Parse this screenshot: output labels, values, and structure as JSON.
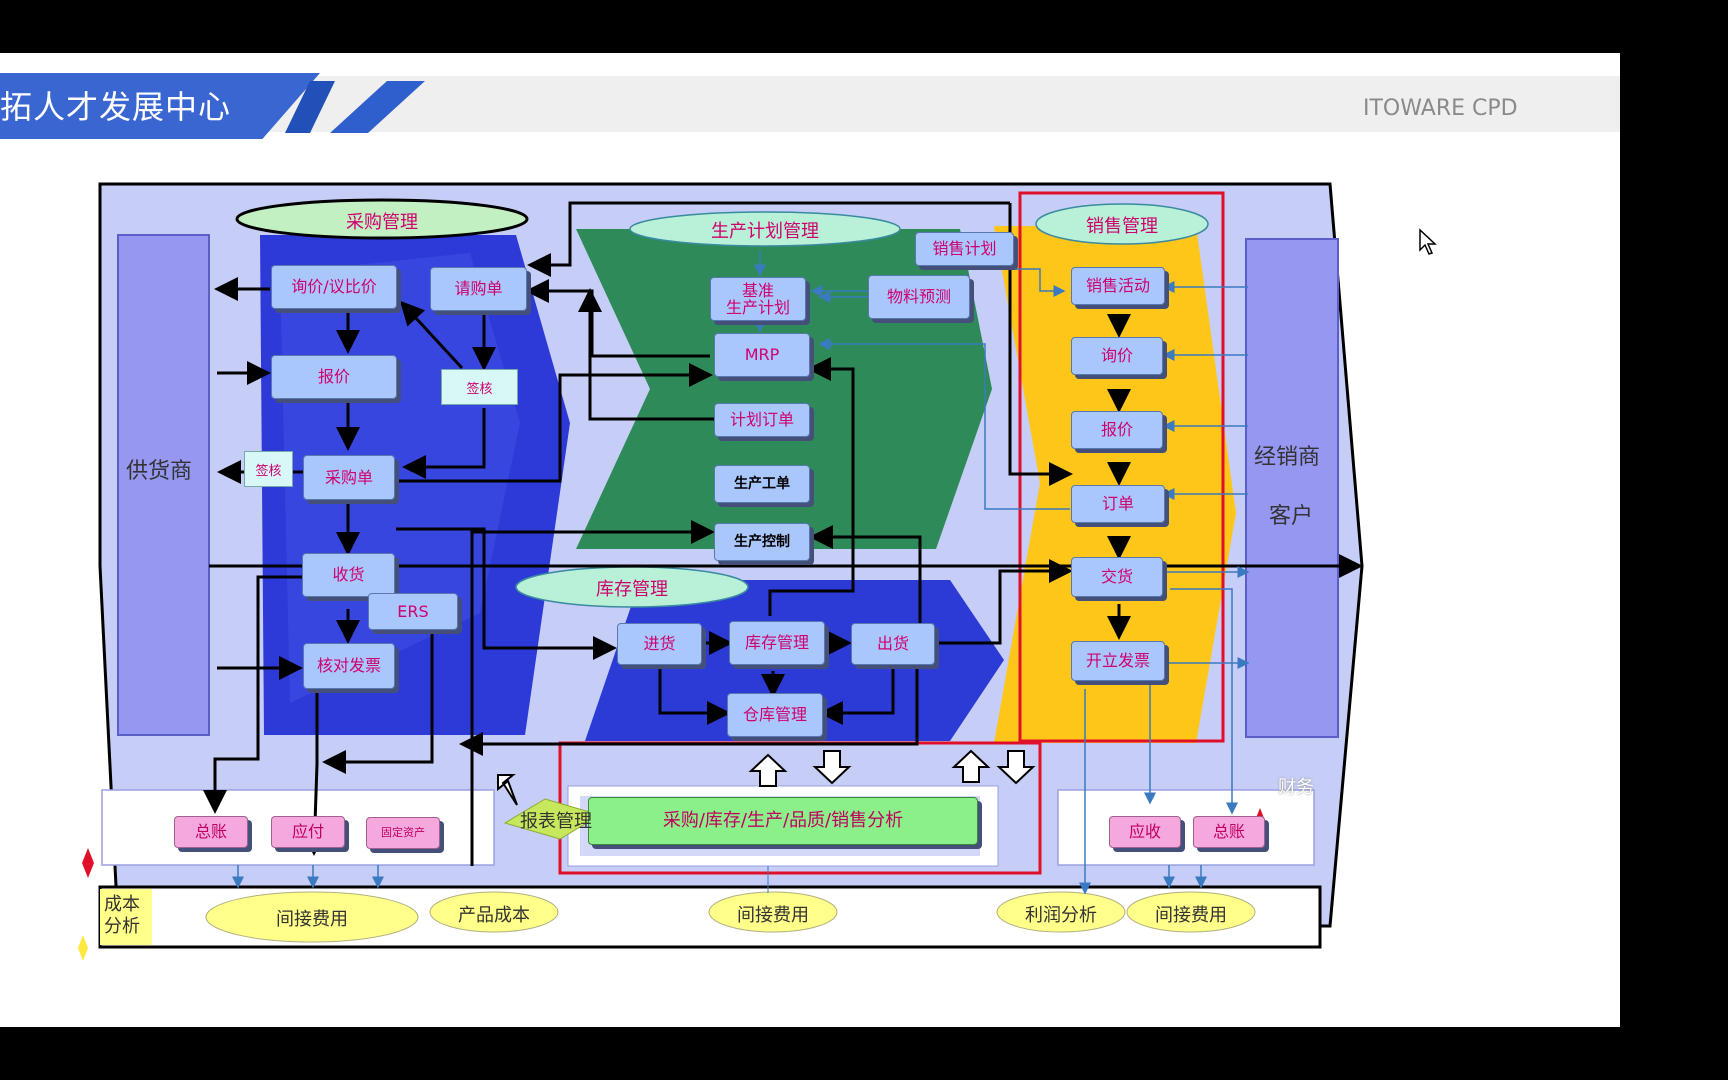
{
  "header": {
    "title": "拓人才发展中心",
    "brand": "ITOWARE CPD"
  },
  "diagram": {
    "sections": {
      "purchase": "采购管理",
      "production": "生产计划管理",
      "sales": "销售管理",
      "inventory": "库存管理"
    },
    "parties": {
      "supplier": "供货商",
      "dealer": "经销商",
      "customer": "客户"
    },
    "purchase_boxes": {
      "inquiry": "询价/议比价",
      "requisition": "请购单",
      "quote": "报价",
      "sign_review": "签核",
      "sign_po": "签核",
      "po": "采购单",
      "receive": "收货",
      "ers": "ERS",
      "verify_invoice": "核对发票"
    },
    "production_boxes": {
      "mps": "基准\n生产计划",
      "forecast": "物料预测",
      "sales_plan": "销售计划",
      "mrp": "MRP",
      "planned_order": "计划订单",
      "work_order": "生产工单",
      "control": "生产控制"
    },
    "inventory_boxes": {
      "stock_in": "进货",
      "stock_mgmt": "库存管理",
      "stock_out": "出货",
      "warehouse": "仓库管理"
    },
    "sales_boxes": {
      "activity": "销售活动",
      "inquiry": "询价",
      "quote": "报价",
      "order": "订单",
      "delivery": "交货",
      "invoice": "开立发票"
    },
    "reporting": {
      "label": "报表管理",
      "analysis": "采购/库存/生产/品质/销售分析"
    },
    "finance": {
      "label": "财务",
      "ledger_left": "总账",
      "payable": "应付",
      "fixed_assets": "固定资产",
      "receivable": "应收",
      "ledger_right": "总账"
    },
    "cost": {
      "label": "成本\n分析",
      "overhead_1": "间接费用",
      "product_cost": "产品成本",
      "overhead_2": "间接费用",
      "profit": "利润分析",
      "overhead_3": "间接费用"
    }
  },
  "colors": {
    "header_blue": "#3a66d2",
    "purchase_blue": "#2233dd",
    "production_green": "#2f8a5a",
    "sales_yellow": "#ffc61a",
    "highlight_red": "#e0102a",
    "box_blue": "#a9c7fb",
    "label_magenta": "#d0006f"
  },
  "icons": [
    "mouse-cursor-icon",
    "red-diamond-icon",
    "yellow-diamond-icon",
    "up-arrow-icon",
    "down-arrow-icon"
  ]
}
